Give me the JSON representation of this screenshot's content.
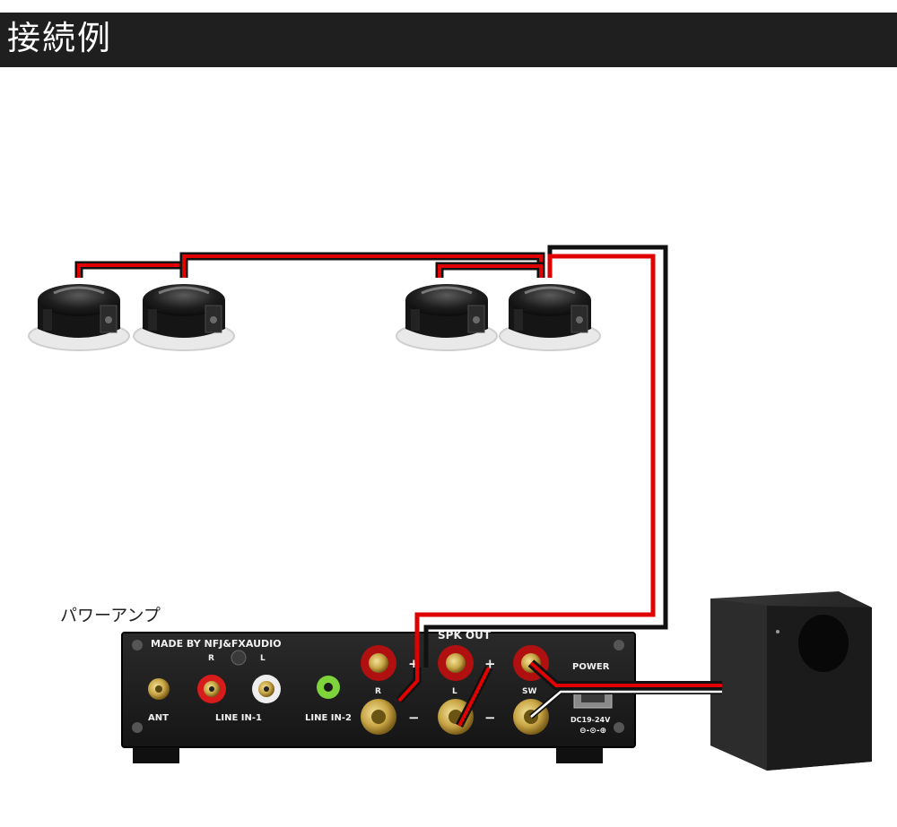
{
  "header": {
    "title": "接続例"
  },
  "amp": {
    "caption": "パワーアンプ",
    "maker": "MADE BY NFJ&FXAUDIO",
    "ant": "ANT",
    "line_in_1": "LINE IN-1",
    "line_in_2": "LINE IN-2",
    "ch_r": "R",
    "ch_l": "L",
    "spk_out": "SPK OUT",
    "spk_r": "R",
    "spk_l": "L",
    "plus": "+",
    "minus": "−",
    "sw": "SW",
    "power": "POWER",
    "dc": "DC19-24V"
  },
  "colors": {
    "wire_positive": "#e00000",
    "wire_negative": "#111111",
    "header_bg": "#1f1f1f"
  }
}
